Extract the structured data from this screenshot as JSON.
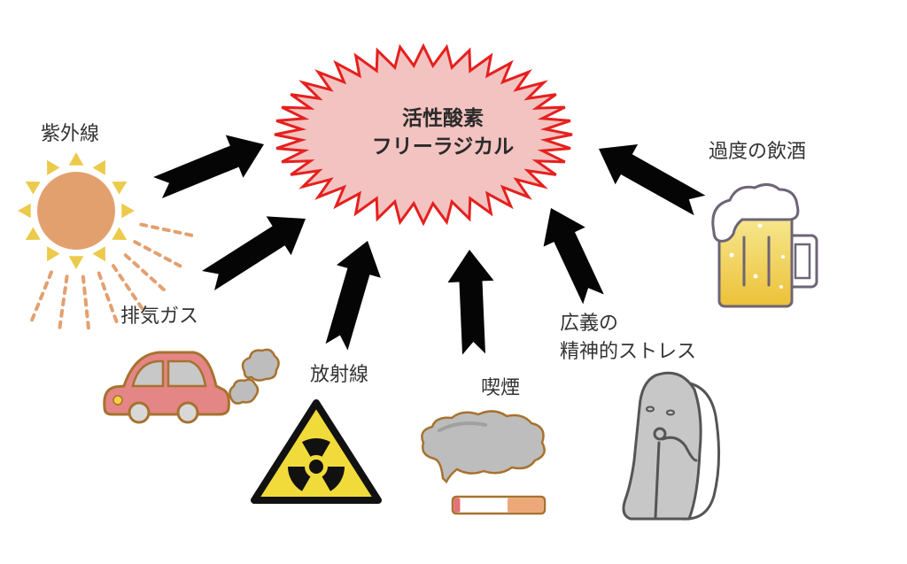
{
  "title": "活性酸素・フリーラジカルの発生要因",
  "center": {
    "line1": "活性酸素",
    "line2": "フリーラジカル",
    "fill_color": "#f2c3c0",
    "stroke_color": "#e5201e"
  },
  "sources": [
    {
      "id": "uv",
      "label": "紫外線",
      "icon": "sun-icon"
    },
    {
      "id": "exhaust",
      "label": "排気ガス",
      "icon": "car-exhaust-icon"
    },
    {
      "id": "radiation",
      "label": "放射線",
      "icon": "radiation-warning-icon"
    },
    {
      "id": "smoking",
      "label": "喫煙",
      "icon": "cigarette-smoke-icon"
    },
    {
      "id": "stress",
      "label_line1": "広義の",
      "label_line2": "精神的ストレス",
      "icon": "stressed-person-icon"
    },
    {
      "id": "alcohol",
      "label": "過度の飲酒",
      "icon": "beer-mug-icon"
    }
  ],
  "colors": {
    "arrow": "#050505",
    "sun": "#e3a06f",
    "sun_rays": "#ecca4a",
    "car": "#e58686",
    "car_outline": "#a7722f",
    "smoke": "#bdbdbd",
    "radiation_yellow": "#f1db3a",
    "beer": "#f5d23d",
    "person": "#c7c7c7"
  }
}
